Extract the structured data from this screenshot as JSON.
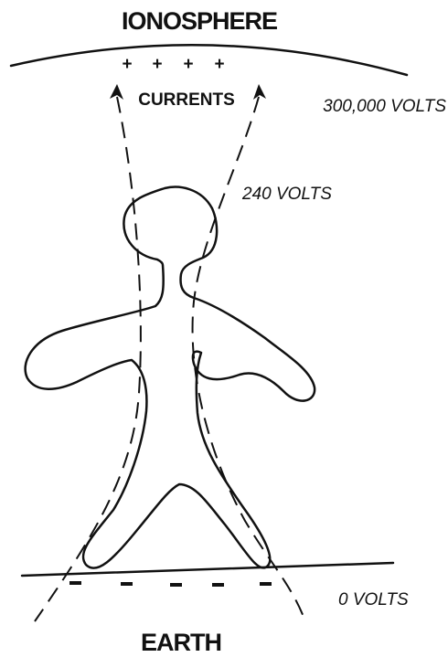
{
  "title_top": "IONOSPHERE",
  "title_bottom": "EARTH",
  "currents_label": "CURRENTS",
  "voltages": {
    "ionosphere": "300,000 VOLTS",
    "head": "240 VOLTS",
    "ground": "0 VOLTS"
  },
  "charges": {
    "ionosphere": [
      "+",
      "+",
      "+",
      "+"
    ],
    "earth": [
      "-",
      "-",
      "-",
      "-",
      "-"
    ]
  },
  "colors": {
    "ink": "#111111",
    "background": "#ffffff"
  }
}
